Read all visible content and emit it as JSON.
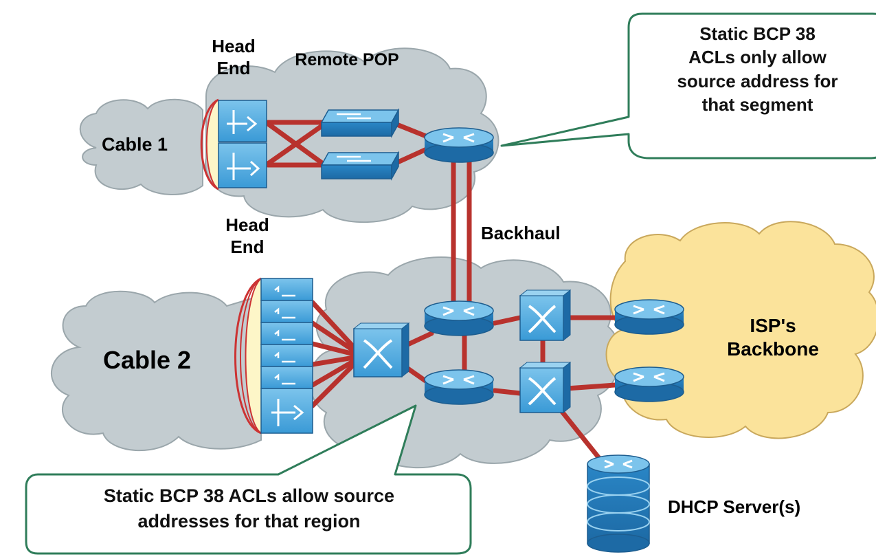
{
  "labels": {
    "head_end_1": "Head\nEnd",
    "remote_pop": "Remote POP",
    "cable_1": "Cable 1",
    "head_end_2": "Head\nEnd",
    "backhaul": "Backhaul",
    "cable_2": "Cable 2",
    "isp_backbone": "ISP's\nBackbone",
    "dhcp_servers": "DHCP Server(s)"
  },
  "callouts": {
    "top": "Static BCP 38\nACLs only allow\nsource address for\nthat segment",
    "bottom": "Static BCP 38 ACLs allow source\naddresses for that region"
  },
  "colors": {
    "cloud_gray": "#c3ccd0",
    "cloud_yellow": "#fbe39b",
    "link_red": "#b8322d",
    "device_blue": "#2d8fd0",
    "callout_border": "#2f7d5a",
    "cmts_cream": "#fdf6c8"
  },
  "icons": {
    "router": "router-icon",
    "switch": "switch-icon",
    "cmts": "cmts-icon",
    "atm_switch": "atm-switch-icon",
    "server": "server-icon"
  }
}
